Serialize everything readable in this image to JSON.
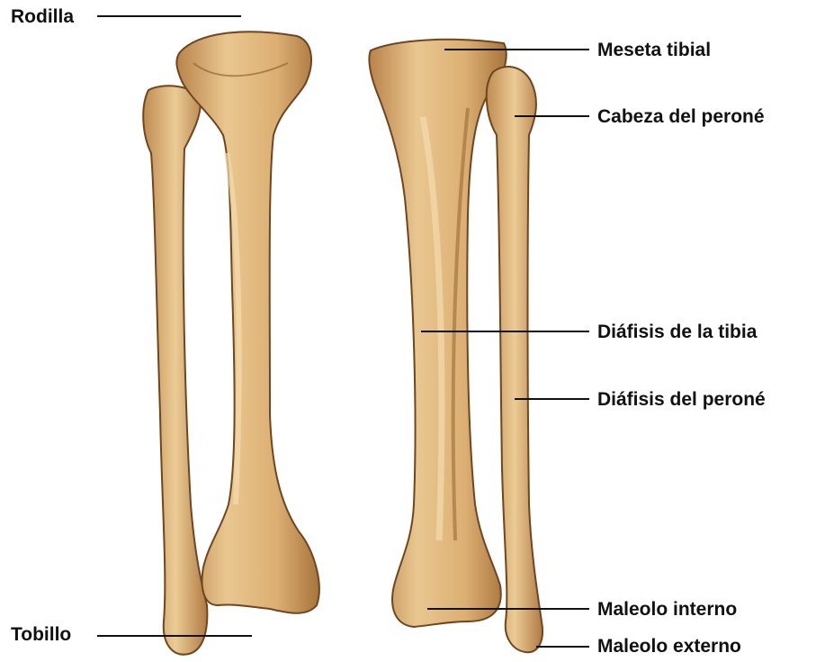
{
  "labels": {
    "rodilla": "Rodilla",
    "tobillo": "Tobillo",
    "meseta_tibial": "Meseta tibial",
    "cabeza_perone": "Cabeza del peroné",
    "diafisis_tibia": "Diáfisis de la tibia",
    "diafisis_perone": "Diáfisis del peroné",
    "maleolo_interno": "Maleolo interno",
    "maleolo_externo": "Maleolo externo"
  },
  "colors": {
    "bone_light": "#e8c28a",
    "bone_mid": "#d5a468",
    "bone_dark": "#a8743c",
    "leader": "#111111"
  }
}
